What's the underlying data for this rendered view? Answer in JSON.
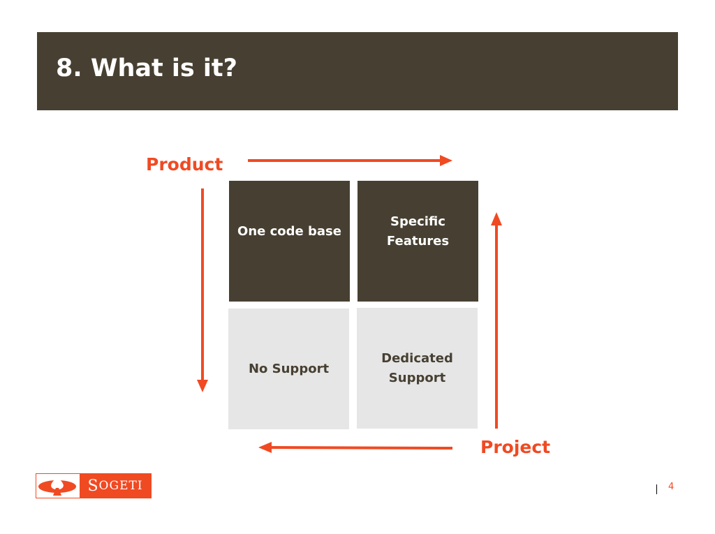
{
  "title": "8. What is it?",
  "axis_labels": {
    "product": "Product",
    "project": "Project"
  },
  "quadrants": [
    {
      "label": "One code base"
    },
    {
      "label": "Specific Features"
    },
    {
      "label": "No Support"
    },
    {
      "label": "Dedicated Support"
    }
  ],
  "logo": {
    "first_letter": "S",
    "rest": "OGETI"
  },
  "page_number": "4",
  "colors": {
    "accent": "#f04a23",
    "dark": "#474032",
    "light": "#e6e6e6"
  }
}
